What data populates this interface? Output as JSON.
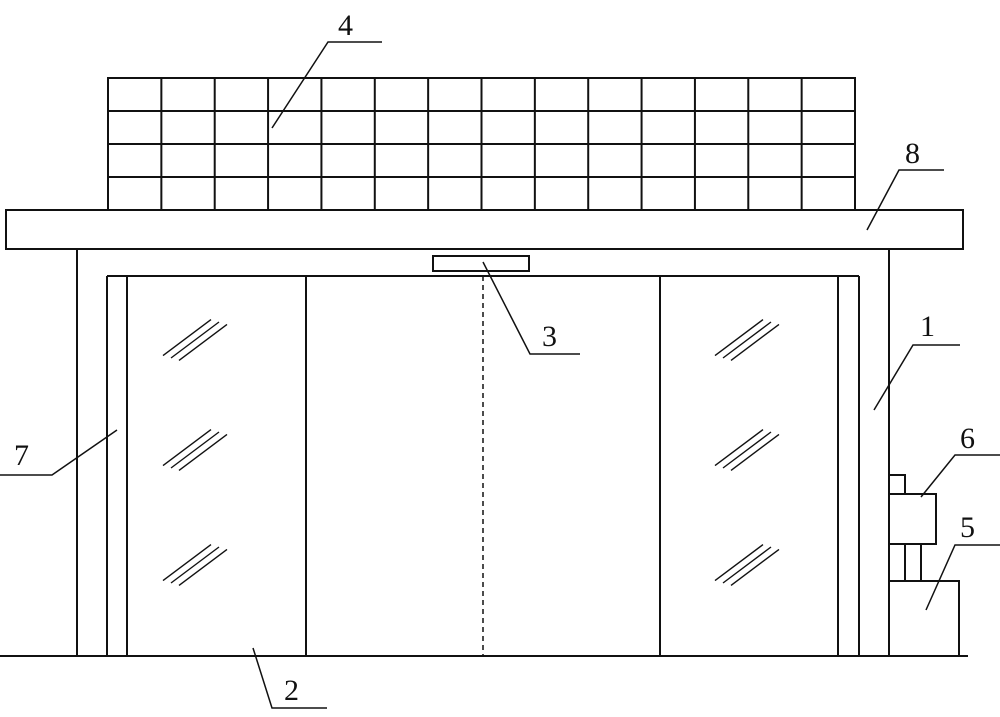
{
  "labels": {
    "frame": "1",
    "door": "2",
    "sensor": "3",
    "solar_panel": "4",
    "base_box": "5",
    "controller_box": "6",
    "side_track": "7",
    "canopy": "8"
  },
  "colors": {
    "line": "#111111",
    "background": "#ffffff"
  }
}
